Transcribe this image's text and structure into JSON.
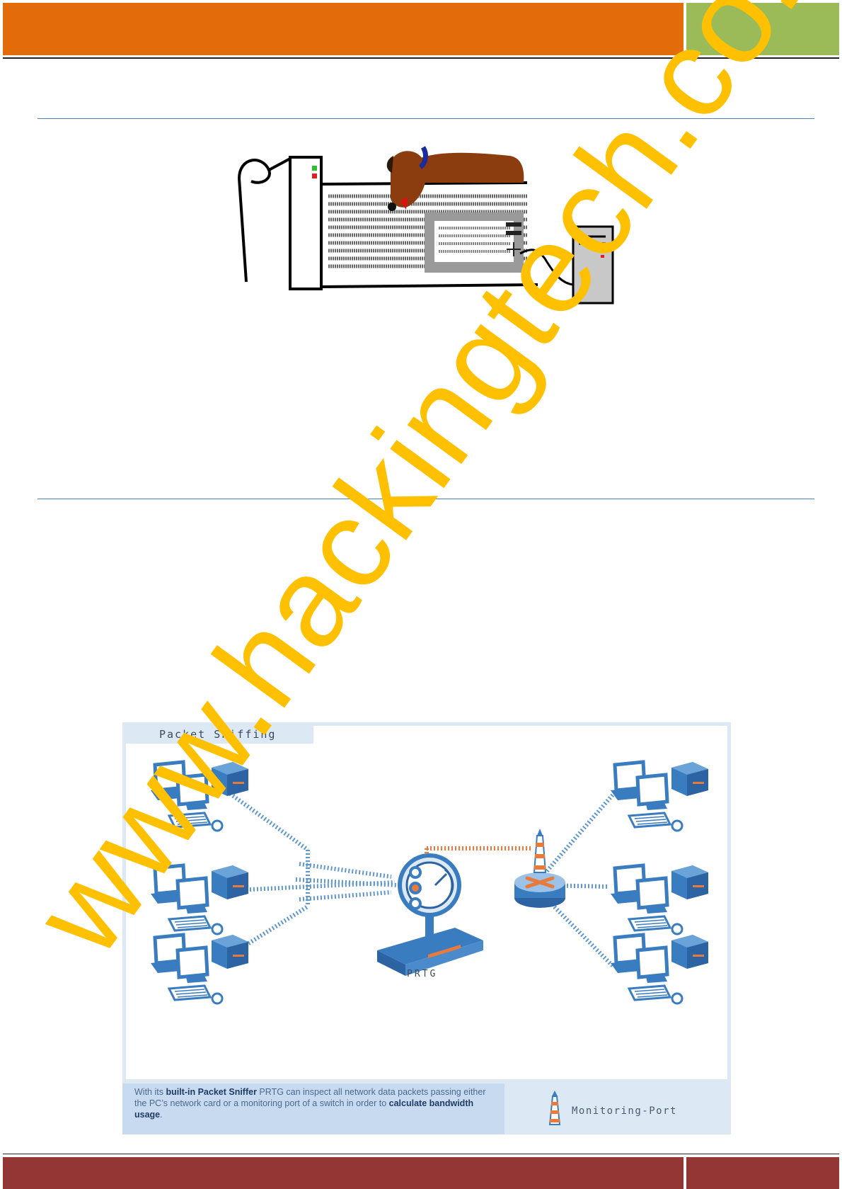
{
  "diagram": {
    "title": "Packet Sniffing",
    "center_label": "PRTG",
    "caption": {
      "part1": "With its ",
      "bold1": "built-in Packet Sniffer",
      "part2": " PRTG can inspect all network data packets passing either the PC’s network card or a monitoring port of a switch in order to ",
      "bold2": "calculate bandwidth usage",
      "part3": "."
    },
    "legend_label": "Monitoring-Port"
  },
  "watermark": {
    "text": "www.hackingtech.co.tv",
    "color": "#ffc000"
  },
  "colors": {
    "header_orange": "#e36c0a",
    "header_green": "#9bbb59",
    "footer_red": "#943634",
    "rule_blue": "#4a7ec0",
    "diagram_blue": "#3a7cc0",
    "diagram_orange": "#e87a3c"
  }
}
